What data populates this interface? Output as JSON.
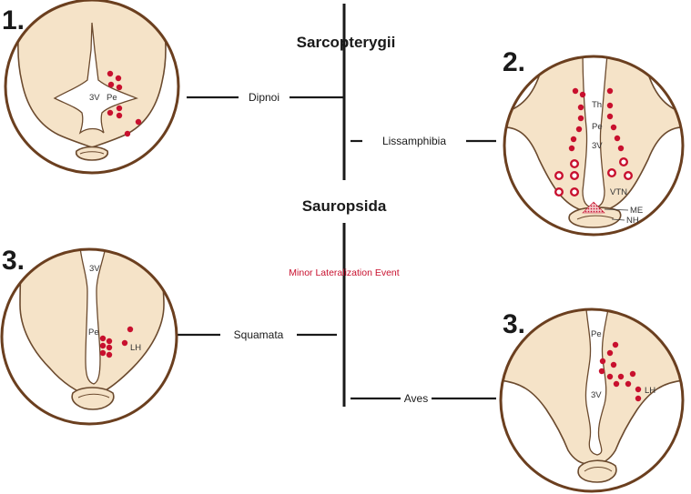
{
  "colors": {
    "dot": "#c8102e",
    "event": "#c8102e",
    "line": "#1a1a1a",
    "ring": "#6b3f1f",
    "tissue": "#f5e3c8"
  },
  "tree": {
    "clade_sarcopterygii": "Sarcopterygii",
    "clade_sauropsida": "Sauropsida",
    "event": "Minor Lateralization Event",
    "taxa": {
      "dipnoi": "Dipnoi",
      "lissamphibia": "Lissamphibia",
      "squamata": "Squamata",
      "aves": "Aves"
    }
  },
  "panels": {
    "dipnoi": {
      "number": "1.",
      "labels": {
        "ventricle": "3V",
        "pe": "Pe"
      }
    },
    "lissamphibia": {
      "number": "2.",
      "labels": {
        "th": "Th",
        "pe": "Pe",
        "ventricle": "3V",
        "vtn": "VTN",
        "me": "ME",
        "nh": "NH"
      }
    },
    "squamata": {
      "number": "3.",
      "labels": {
        "ventricle": "3V",
        "pe": "Pe",
        "lh": "LH"
      }
    },
    "aves": {
      "number": "3.",
      "labels": {
        "pe": "Pe",
        "ventricle": "3V",
        "lh": "LH"
      }
    }
  }
}
